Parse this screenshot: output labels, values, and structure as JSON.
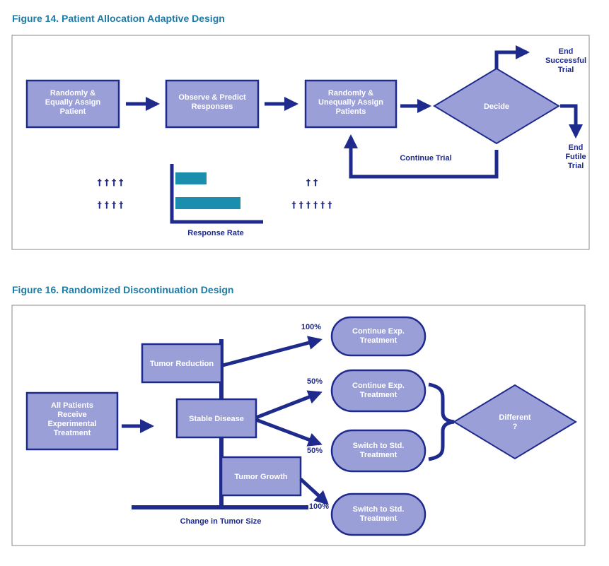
{
  "colors": {
    "box_fill": "#9b9fd8",
    "box_stroke": "#1e2a8c",
    "arrow": "#1e2a8c",
    "title": "#1f7aa4",
    "bar": "#1b8eae",
    "frame": "#888888"
  },
  "figure14": {
    "title": "Figure 14. Patient Allocation Adaptive Design",
    "box1": [
      "Randomly &",
      "Equally Assign",
      "Patient"
    ],
    "box2": [
      "Observe & Predict",
      "Responses"
    ],
    "box3": [
      "Randomly &",
      "Unequally Assign",
      "Patients"
    ],
    "decide": "Decide",
    "end_success": [
      "End",
      "Successful",
      "Trial"
    ],
    "end_futile": [
      "End",
      "Futile",
      "Trial"
    ],
    "continue_trial": "Continue Trial",
    "response_rate": "Response Rate",
    "bars": [
      0.3,
      0.62
    ],
    "people_left_row1": "† † † †",
    "people_left_row2": "† † † †",
    "people_right_row1": "† †",
    "people_right_row2": "† † † † † †"
  },
  "figure16": {
    "title": "Figure 16. Randomized Discontinuation Design",
    "all_patients": [
      "All Patients",
      "Receive",
      "Experimental",
      "Treatment"
    ],
    "tumor_reduction": "Tumor Reduction",
    "stable_disease": "Stable Disease",
    "tumor_growth": "Tumor Growth",
    "change_in_tumor_size": "Change in Tumor Size",
    "pct_top": "100%",
    "pct_mid_upper": "50%",
    "pct_mid_lower": "50%",
    "pct_bottom": "100%",
    "outcome1": [
      "Continue Exp.",
      "Treatment"
    ],
    "outcome2": [
      "Continue Exp.",
      "Treatment"
    ],
    "outcome3": [
      "Switch to Std.",
      "Treatment"
    ],
    "outcome4": [
      "Switch to Std.",
      "Treatment"
    ],
    "different": [
      "Different",
      "?"
    ]
  }
}
